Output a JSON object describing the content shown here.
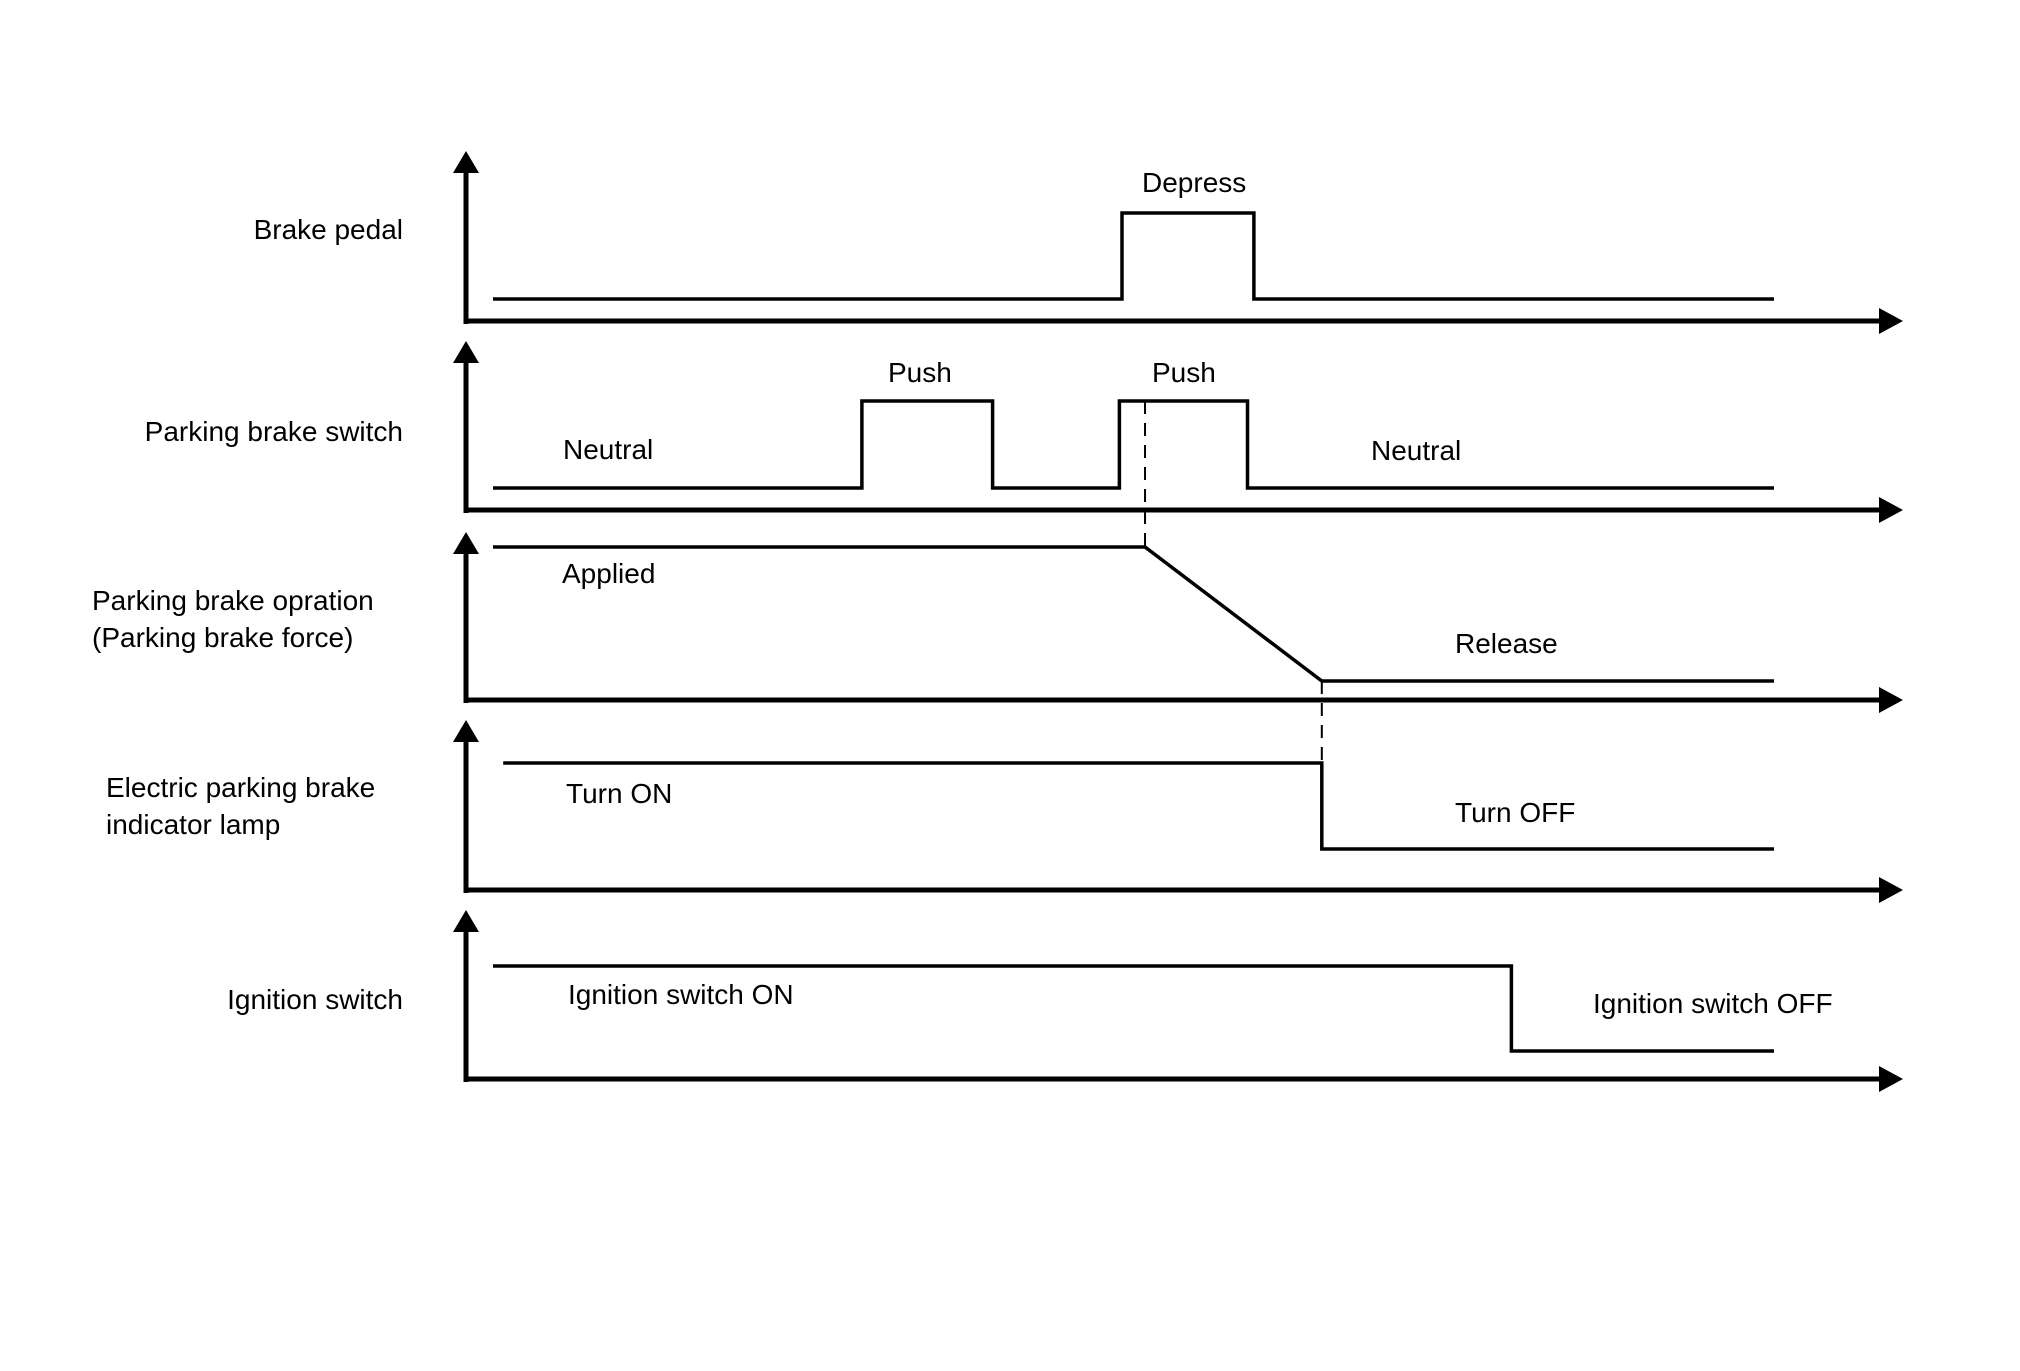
{
  "colors": {
    "ink": "#000000",
    "background": "#ffffff"
  },
  "time_axis": {
    "min": 0,
    "max": 100,
    "unit": "relative time"
  },
  "lanes": [
    {
      "id": "brake-pedal",
      "label_lines": [
        "Brake pedal"
      ],
      "states": [
        {
          "text": "Depress"
        }
      ],
      "waveform": [
        [
          0,
          0
        ],
        [
          49.1,
          0
        ],
        [
          49.1,
          1
        ],
        [
          59.4,
          1
        ],
        [
          59.4,
          0
        ],
        [
          100,
          0
        ]
      ]
    },
    {
      "id": "parking-brake-switch",
      "label_lines": [
        "Parking brake switch"
      ],
      "states": [
        {
          "text": "Neutral"
        },
        {
          "text": "Push"
        },
        {
          "text": "Push"
        },
        {
          "text": "Neutral"
        }
      ],
      "waveform": [
        [
          0,
          0
        ],
        [
          28.8,
          0
        ],
        [
          28.8,
          1
        ],
        [
          39.0,
          1
        ],
        [
          39.0,
          0
        ],
        [
          48.9,
          0
        ],
        [
          48.9,
          1
        ],
        [
          58.9,
          1
        ],
        [
          58.9,
          0
        ],
        [
          100,
          0
        ]
      ]
    },
    {
      "id": "parking-brake-operation",
      "label_lines": [
        "Parking brake opration",
        "(Parking brake force)"
      ],
      "states": [
        {
          "text": "Applied"
        },
        {
          "text": "Release"
        }
      ],
      "waveform": [
        [
          0,
          1
        ],
        [
          50.9,
          1
        ],
        [
          64.7,
          0
        ],
        [
          100,
          0
        ]
      ]
    },
    {
      "id": "epb-indicator-lamp",
      "label_lines": [
        "Electric parking brake",
        "indicator lamp"
      ],
      "states": [
        {
          "text": "Turn ON"
        },
        {
          "text": "Turn OFF"
        }
      ],
      "waveform": [
        [
          0.8,
          1
        ],
        [
          64.7,
          1
        ],
        [
          64.7,
          0
        ],
        [
          100,
          0
        ]
      ]
    },
    {
      "id": "ignition-switch",
      "label_lines": [
        "Ignition switch"
      ],
      "states": [
        {
          "text": "Ignition switch ON"
        },
        {
          "text": "Ignition switch OFF"
        }
      ],
      "waveform": [
        [
          0,
          1
        ],
        [
          79.5,
          1
        ],
        [
          79.5,
          0
        ],
        [
          100,
          0
        ]
      ]
    }
  ],
  "sync_markers": [
    {
      "time": 50.9,
      "from_lane": 1,
      "to_lane": 2
    },
    {
      "time": 64.7,
      "from_lane": 2,
      "to_lane": 3
    }
  ]
}
